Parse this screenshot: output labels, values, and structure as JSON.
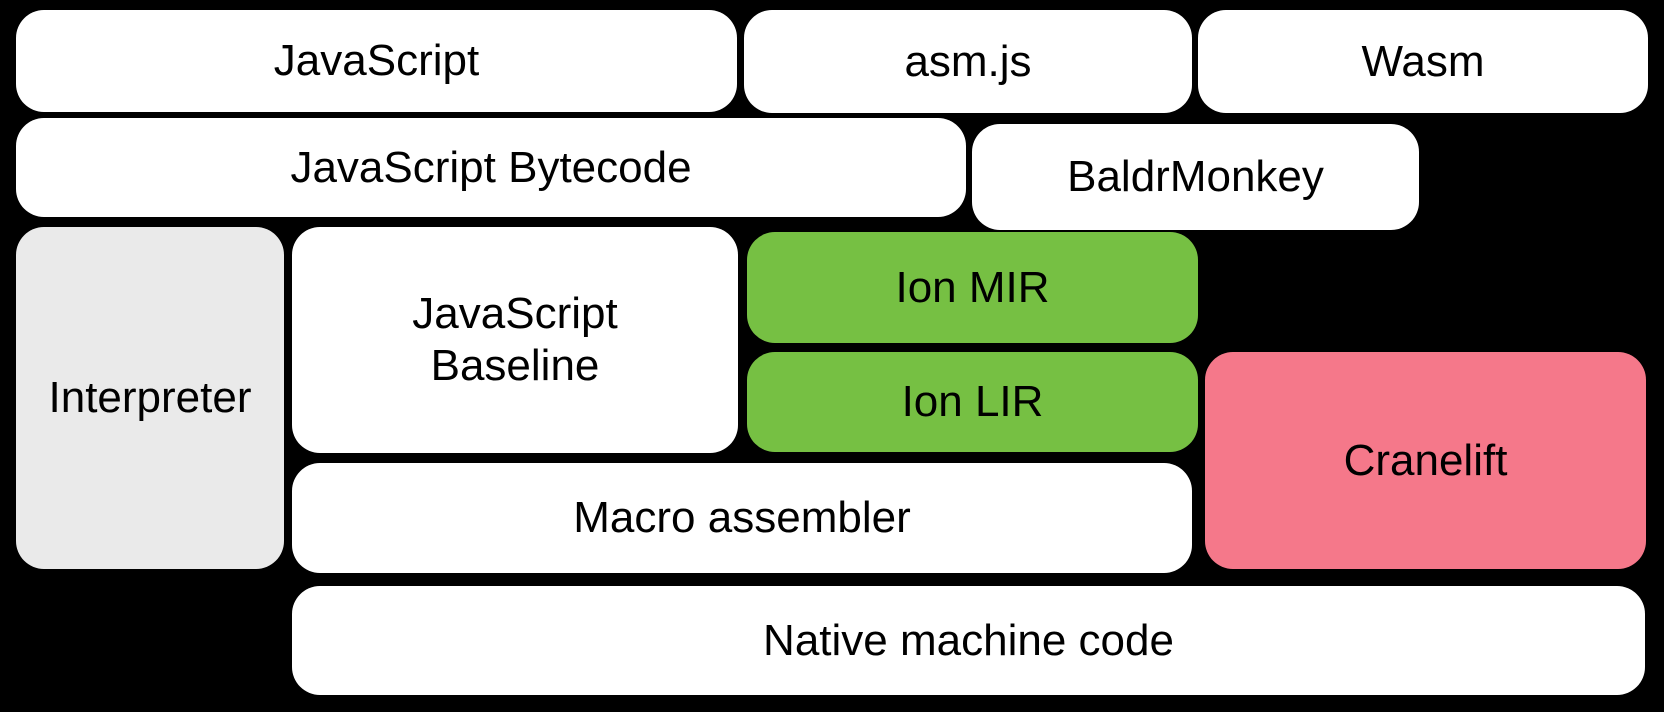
{
  "diagram": {
    "title": "JS engine compilation pipeline diagram",
    "background": "#000000",
    "text_color": "#000000",
    "colors": {
      "source_box": "#ffffff",
      "interpreter_gray": "#EAEAEA",
      "ion_green": "#76C043",
      "cranelift_pink": "#F5788A"
    },
    "blocks": [
      {
        "id": "javascript",
        "label": "JavaScript",
        "color": "#ffffff"
      },
      {
        "id": "asmjs",
        "label": "asm.js",
        "color": "#ffffff"
      },
      {
        "id": "wasm",
        "label": "Wasm",
        "color": "#ffffff"
      },
      {
        "id": "javascript-bytecode",
        "label": "JavaScript Bytecode",
        "color": "#ffffff"
      },
      {
        "id": "baldrmonkey",
        "label": "BaldrMonkey",
        "color": "#ffffff"
      },
      {
        "id": "interpreter",
        "label": "Interpreter",
        "color": "#EAEAEA"
      },
      {
        "id": "javascript-baseline",
        "label": "JavaScript Baseline",
        "color": "#ffffff"
      },
      {
        "id": "ion-mir",
        "label": "Ion MIR",
        "color": "#76C043"
      },
      {
        "id": "ion-lir",
        "label": "Ion LIR",
        "color": "#76C043"
      },
      {
        "id": "cranelift",
        "label": "Cranelift",
        "color": "#F5788A"
      },
      {
        "id": "macro-assembler",
        "label": "Macro assembler",
        "color": "#ffffff"
      },
      {
        "id": "native-machine-code",
        "label": "Native machine code",
        "color": "#ffffff"
      }
    ]
  }
}
